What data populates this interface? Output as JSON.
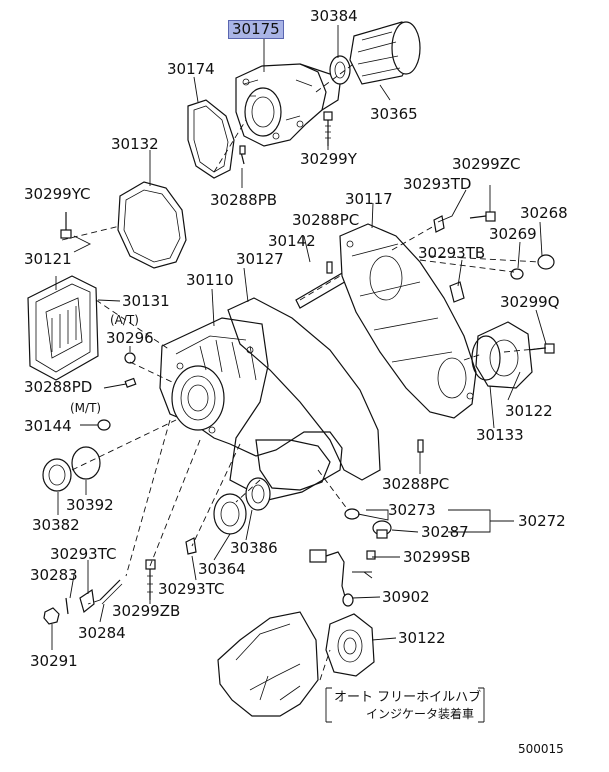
{
  "labels": {
    "p30175": "30175",
    "p30384": "30384",
    "p30174": "30174",
    "p30365": "30365",
    "p30132": "30132",
    "p30299Y": "30299Y",
    "p30299YC": "30299YC",
    "p30288PB": "30288PB",
    "p30293TD": "30293TD",
    "p30299ZC": "30299ZC",
    "p30117": "30117",
    "p30268": "30268",
    "p30288PC_top": "30288PC",
    "p30269": "30269",
    "p30142": "30142",
    "p30293TB": "30293TB",
    "p30121": "30121",
    "p30127": "30127",
    "p30110": "30110",
    "p30131": "30131",
    "p30299Q": "30299Q",
    "at": "(A/T)",
    "p30296": "30296",
    "p30288PD": "30288PD",
    "mt": "(M/T)",
    "p30144": "30144",
    "p30122_right": "30122",
    "p30133": "30133",
    "p30392": "30392",
    "p30288PC_mid": "30288PC",
    "p30382": "30382",
    "p30273": "30273",
    "p30272": "30272",
    "p30287": "30287",
    "p30386": "30386",
    "p30293TC_left": "30293TC",
    "p30299SB": "30299SB",
    "p30364": "30364",
    "p30283": "30283",
    "p30293TC_mid": "30293TC",
    "p30902": "30902",
    "p30299ZB": "30299ZB",
    "p30284": "30284",
    "p30122_bottom": "30122",
    "p30291": "30291",
    "note_line1": "オート フリーホイルハブ",
    "note_line2": "インジケータ装着車",
    "figure_no": "500015"
  },
  "highlight_color": "#a9b4e6"
}
